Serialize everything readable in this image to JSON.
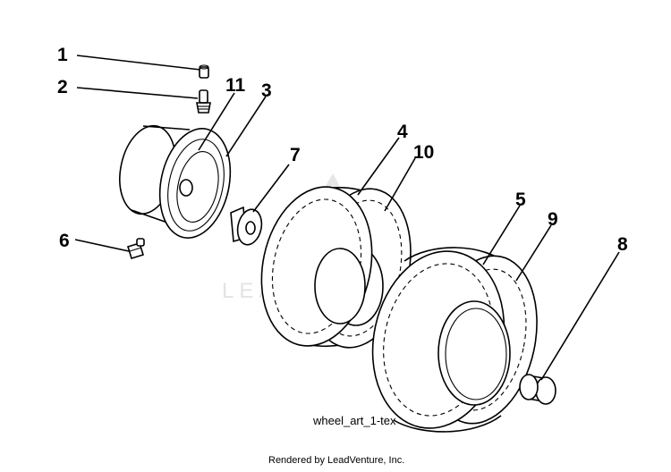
{
  "diagram": {
    "art_label": "wheel_art_1-tex",
    "footer": "Rendered by LeadVenture, Inc.",
    "watermark": "LEADVENTURE",
    "callouts": [
      "1",
      "2",
      "11",
      "3",
      "7",
      "4",
      "10",
      "6",
      "5",
      "9",
      "8"
    ],
    "colors": {
      "line": "#000000",
      "background": "#ffffff",
      "watermark": "#e3e3e3"
    }
  }
}
